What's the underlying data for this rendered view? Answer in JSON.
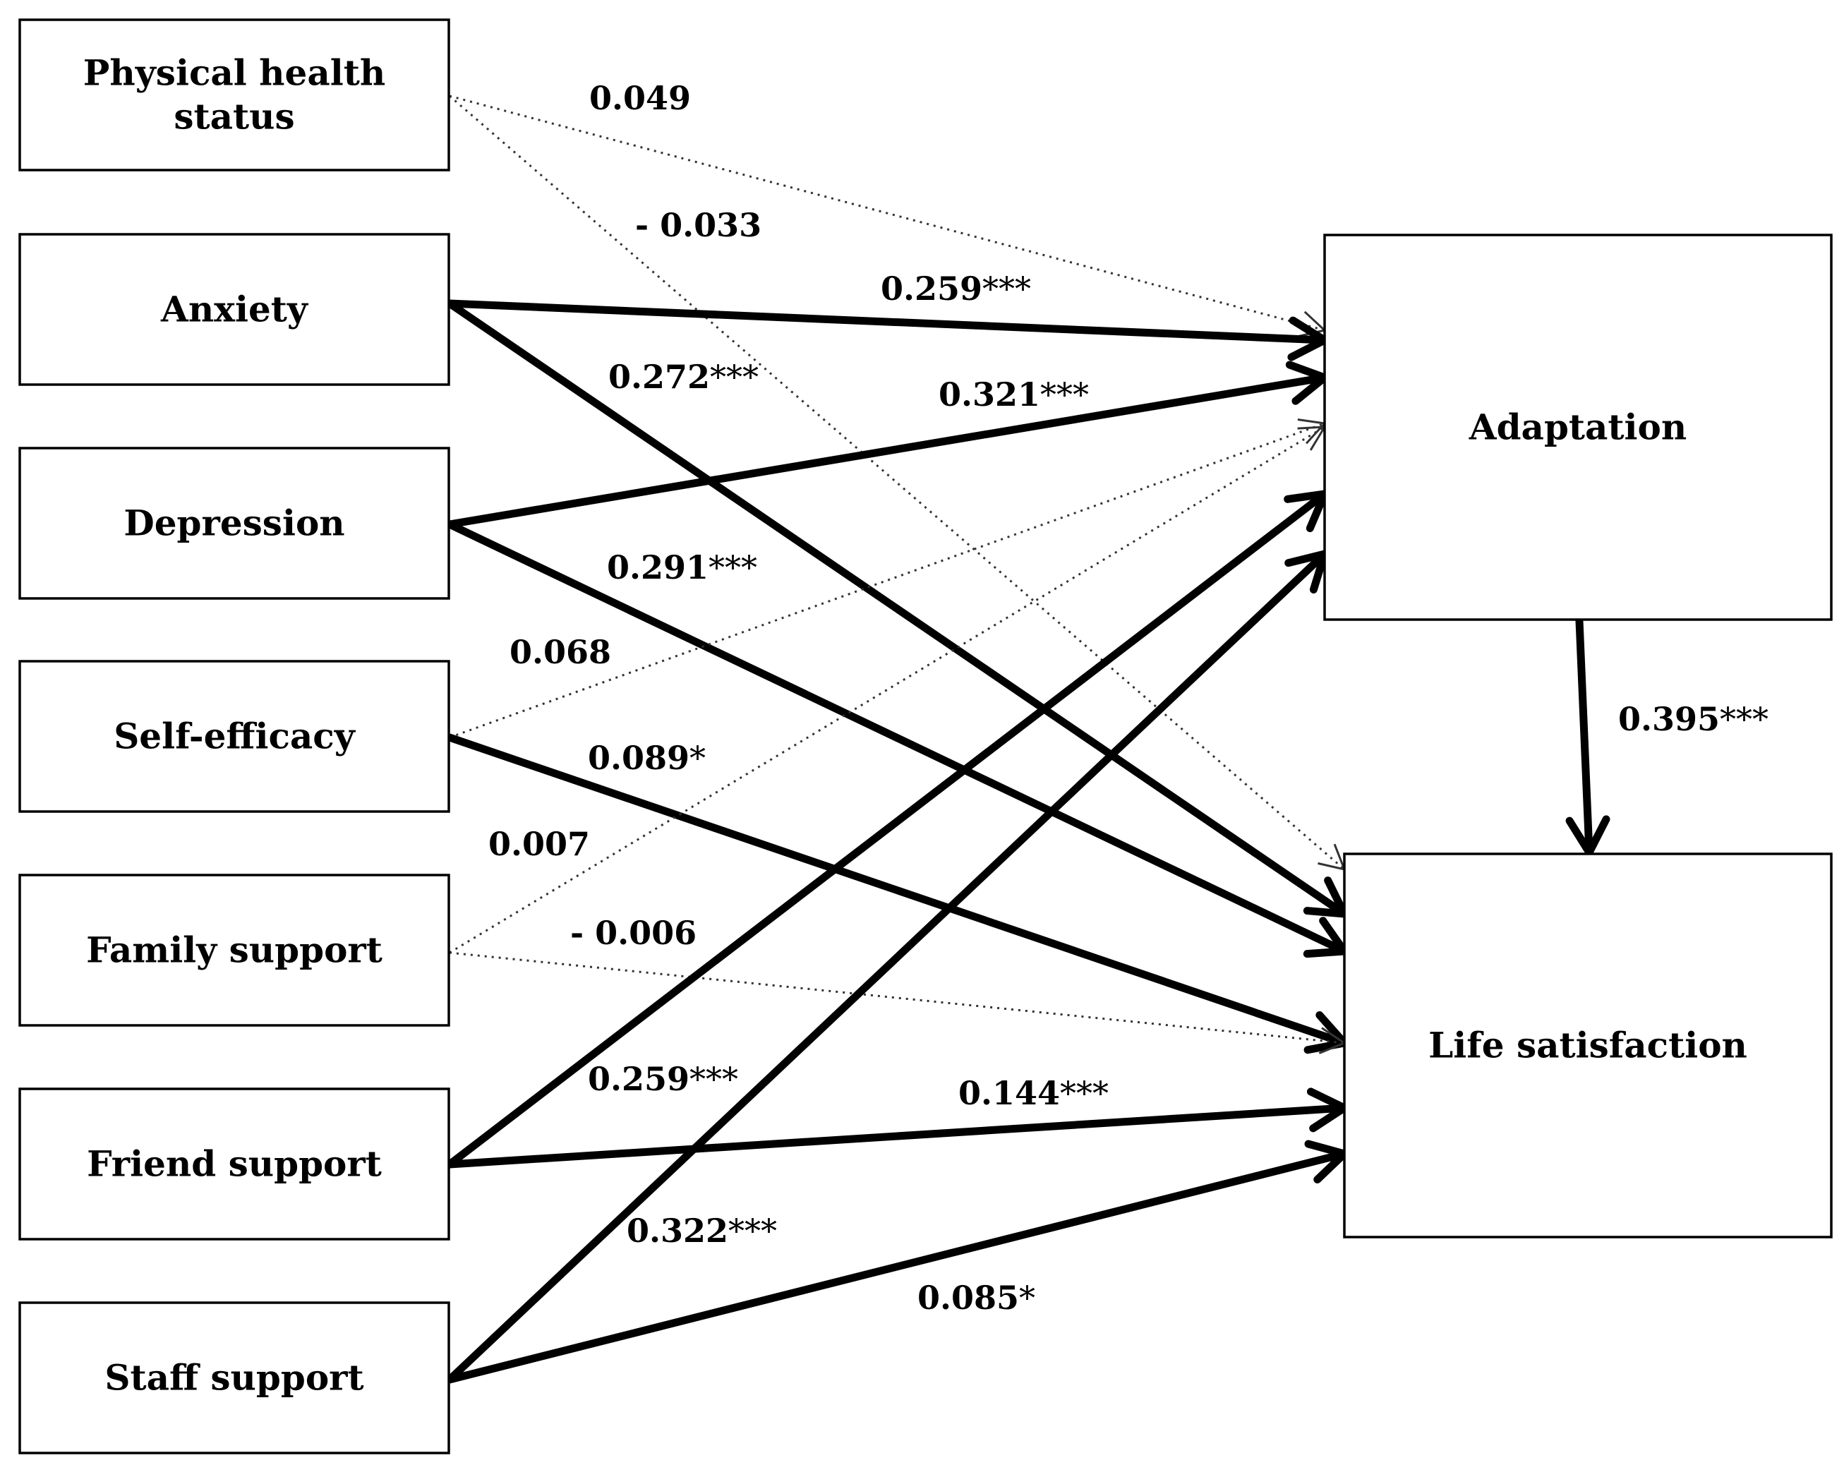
{
  "nodes": [
    {
      "id": "physical",
      "lines": [
        "Physical health",
        "status"
      ]
    },
    {
      "id": "anxiety",
      "lines": [
        "Anxiety"
      ]
    },
    {
      "id": "depression",
      "lines": [
        "Depression"
      ]
    },
    {
      "id": "selfefficacy",
      "lines": [
        "Self-efficacy"
      ]
    },
    {
      "id": "family",
      "lines": [
        "Family support"
      ]
    },
    {
      "id": "friend",
      "lines": [
        "Friend support"
      ]
    },
    {
      "id": "staff",
      "lines": [
        "Staff support"
      ]
    },
    {
      "id": "adaptation",
      "lines": [
        "Adaptation"
      ]
    },
    {
      "id": "life",
      "lines": [
        "Life satisfaction"
      ]
    }
  ],
  "edges": [
    {
      "from": "physical",
      "to": "adaptation",
      "coef": "0.049",
      "sig": "",
      "significant": false
    },
    {
      "from": "physical",
      "to": "life",
      "coef": "- 0.033",
      "sig": "",
      "significant": false
    },
    {
      "from": "anxiety",
      "to": "adaptation",
      "coef": "0.259",
      "sig": "***",
      "significant": true
    },
    {
      "from": "anxiety",
      "to": "life",
      "coef": "0.272",
      "sig": "***",
      "significant": true
    },
    {
      "from": "depression",
      "to": "adaptation",
      "coef": "0.321",
      "sig": "***",
      "significant": true
    },
    {
      "from": "depression",
      "to": "life",
      "coef": "0.291",
      "sig": "***",
      "significant": true
    },
    {
      "from": "selfefficacy",
      "to": "adaptation",
      "coef": "0.068",
      "sig": "",
      "significant": false
    },
    {
      "from": "selfefficacy",
      "to": "life",
      "coef": "0.089",
      "sig": "*",
      "significant": true
    },
    {
      "from": "family",
      "to": "adaptation",
      "coef": "0.007",
      "sig": "",
      "significant": false
    },
    {
      "from": "family",
      "to": "life",
      "coef": "- 0.006",
      "sig": "",
      "significant": false
    },
    {
      "from": "friend",
      "to": "adaptation",
      "coef": "0.259",
      "sig": "***",
      "significant": true
    },
    {
      "from": "friend",
      "to": "life",
      "coef": "0.144",
      "sig": "***",
      "significant": true
    },
    {
      "from": "staff",
      "to": "adaptation",
      "coef": "0.322",
      "sig": "***",
      "significant": true
    },
    {
      "from": "staff",
      "to": "life",
      "coef": "0.085",
      "sig": "*",
      "significant": true
    },
    {
      "from": "adaptation",
      "to": "life",
      "coef": "0.395",
      "sig": "***",
      "significant": true
    }
  ]
}
